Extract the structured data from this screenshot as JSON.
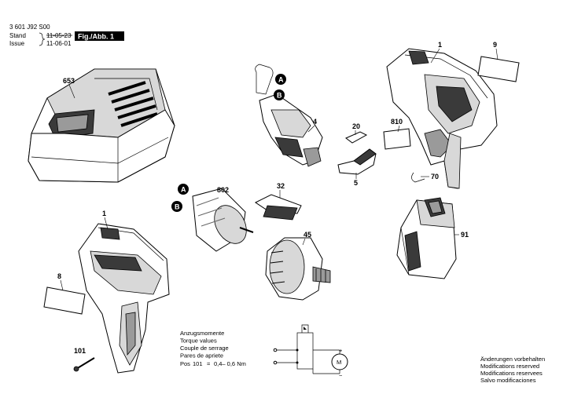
{
  "header": {
    "doc_number": "3 601 J92 S00",
    "stand_label": "Stand",
    "stand_old": "11-05-23",
    "issue_label": "Issue",
    "issue_date": "11-06-01",
    "figure_label": "Fig./Abb. 1"
  },
  "part_labels": {
    "p653": "653",
    "p1_top": "1",
    "p9": "9",
    "p810": "810",
    "p70": "70",
    "p4": "4",
    "p20": "20",
    "p5": "5",
    "p802": "802",
    "p32": "32",
    "p45": "45",
    "p1_bottom": "1",
    "p8": "8",
    "p101": "101",
    "p91": "91"
  },
  "callouts": {
    "a_top": "A",
    "b_top": "B",
    "a_motor": "A",
    "b_motor": "B"
  },
  "torque_note": {
    "lines": [
      "Anzugsmomente",
      "Torque values",
      "Couple de serrage",
      "Pares de apriete"
    ],
    "pos_label": "Pos",
    "pos_number": "101",
    "equals": "=",
    "value": "0,4– 0,6 Nm"
  },
  "schematic": {
    "motor_label": "M",
    "plus": "+",
    "minus": "−"
  },
  "disclaimer": [
    "Änderungen vorbehalten",
    "Modifications reserved",
    "Modifications reservees",
    "Salvo modificaciones"
  ]
}
